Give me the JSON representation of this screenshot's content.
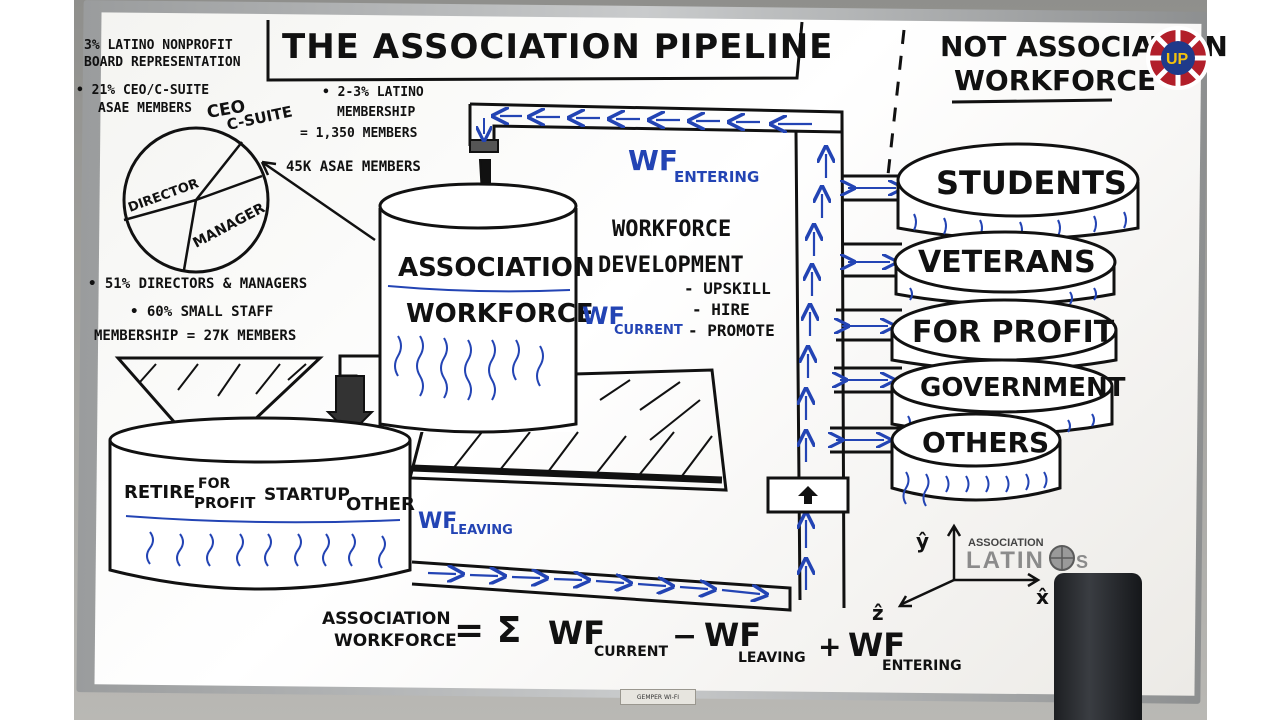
{
  "title": "THE ASSOCIATION PIPELINE",
  "not_assoc": [
    "NOT ASSOCIATION",
    "WORKFORCE"
  ],
  "stats": {
    "latino_board": [
      "3% LATINO NONPROFIT",
      "BOARD REPRESENTATION"
    ],
    "ceo_members": [
      "• 21% CEO/C-SUITE",
      "ASAE MEMBERS"
    ],
    "latino_membership": [
      "• 2-3% LATINO",
      "MEMBERSHIP",
      "= 1,350 MEMBERS"
    ],
    "asae_members": "45K ASAE MEMBERS",
    "directors_managers": "• 51% DIRECTORS & MANAGERS",
    "small_staff": [
      "• 60% SMALL STAFF",
      "MEMBERSHIP = 27K MEMBERS"
    ]
  },
  "pie": {
    "labels": [
      "CEO",
      "C-SUITE",
      "DIRECTOR",
      "MANAGER"
    ]
  },
  "tank": {
    "line1": "ASSOCIATION",
    "line2": "WORKFORCE",
    "wf_current": "WF",
    "wf_current_sub": "CURRENT"
  },
  "wf_entering": {
    "main": "WF",
    "sub": "ENTERING"
  },
  "wf_leaving": {
    "main": "WF",
    "sub": "LEAVING"
  },
  "workforce_dev": {
    "line1": "WORKFORCE",
    "line2": "DEVELOPMENT",
    "items": [
      "- UPSKILL",
      "- HIRE",
      "- PROMOTE"
    ]
  },
  "exits": [
    "RETIRE",
    "FOR",
    "PROFIT",
    "STARTUP",
    "OTHER"
  ],
  "sources": [
    "STUDENTS",
    "VETERANS",
    "FOR PROFIT",
    "GOVERNMENT",
    "OTHERS"
  ],
  "equation": {
    "lhs1": "ASSOCIATION",
    "lhs2": "WORKFORCE",
    "eq": "= Σ",
    "t1": "WF",
    "t1s": "CURRENT",
    "op1": "−",
    "t2": "WF",
    "t2s": "LEAVING",
    "op2": "+",
    "t3": "WF",
    "t3s": "ENTERING"
  },
  "logo": {
    "line1": "ASSOCIATION",
    "line2": "LATIN",
    "line3": "S"
  },
  "axes": {
    "y": "ŷ",
    "x": "x̂",
    "z": "ẑ"
  },
  "tag": "GEMPER WI-FI",
  "sticker": "UP",
  "colors": {
    "ink": "#111111",
    "blue": "#2344b4"
  }
}
